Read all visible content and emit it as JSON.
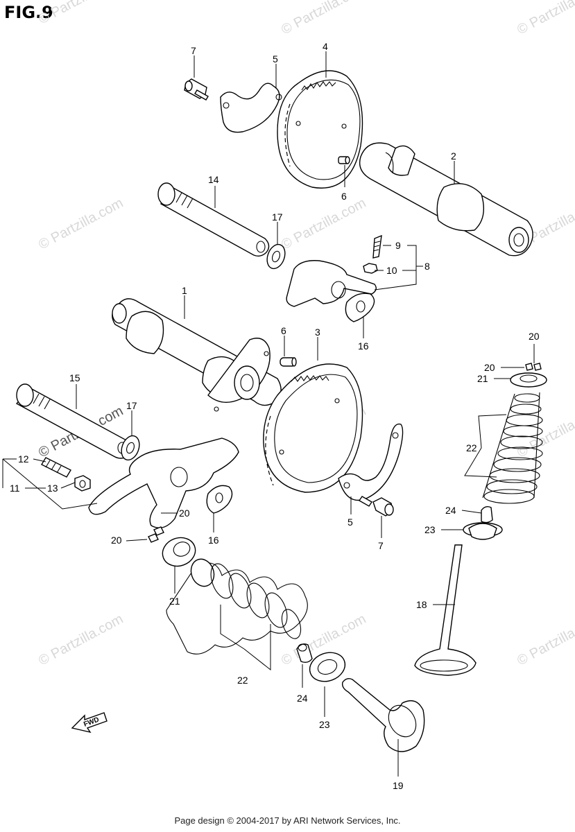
{
  "figure_title": "FIG.9",
  "footer": "Page design © 2004-2017 by ARI Network Services, Inc.",
  "watermark": "© Partzilla.com",
  "fwd_label": "FWD",
  "callouts": {
    "c1": "1",
    "c2": "2",
    "c3": "3",
    "c4": "4",
    "c5a": "5",
    "c5b": "5",
    "c6a": "6",
    "c6b": "6",
    "c7a": "7",
    "c7b": "7",
    "c8": "8",
    "c9": "9",
    "c10": "10",
    "c11": "11",
    "c12": "12",
    "c13": "13",
    "c14": "14",
    "c15": "15",
    "c16a": "16",
    "c16b": "16",
    "c17a": "17",
    "c17b": "17",
    "c18": "18",
    "c19": "19",
    "c20a": "20",
    "c20b": "20",
    "c20c": "20",
    "c20d": "20",
    "c21a": "21",
    "c21b": "21",
    "c22a": "22",
    "c22b": "22",
    "c23a": "23",
    "c23b": "23",
    "c24a": "24",
    "c24b": "24"
  }
}
